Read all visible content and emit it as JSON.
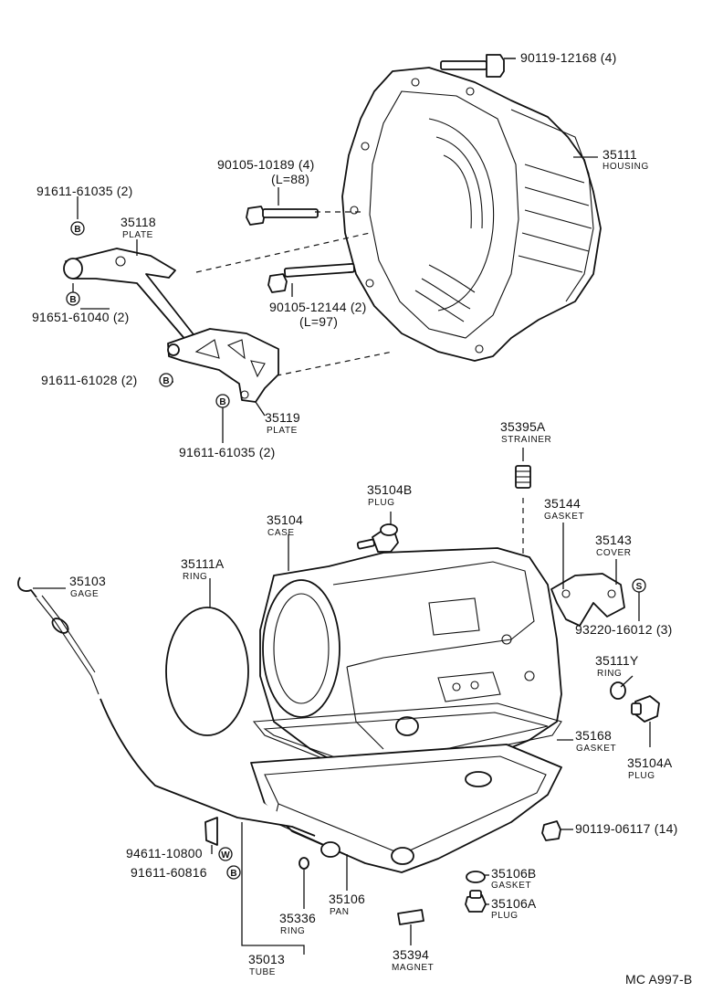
{
  "footer_code": "MC  A997-B",
  "callouts": {
    "bolt_90119_12168": "90119-12168 (4)",
    "housing_35111": "35111",
    "housing_35111_name": "HOUSING",
    "bolt_90105_10189": "90105-10189 (4)",
    "bolt_90105_10189_len": "(L=88)",
    "bolt_91611_61035_top": "91611-61035 (2)",
    "plate_35118": "35118",
    "plate_35118_name": "PLATE",
    "bolt_90105_12144": "90105-12144 (2)",
    "bolt_90105_12144_len": "(L=97)",
    "bolt_91651_61040": "91651-61040 (2)",
    "bolt_91611_61028": "91611-61028 (2)",
    "plate_35119": "35119",
    "plate_35119_name": "PLATE",
    "bolt_91611_61035_bottom": "91611-61035 (2)",
    "strainer_35395A": "35395A",
    "strainer_35395A_name": "STRAINER",
    "plug_35104B": "35104B",
    "plug_35104B_name": "PLUG",
    "gasket_35144": "35144",
    "gasket_35144_name": "GASKET",
    "case_35104": "35104",
    "case_35104_name": "CASE",
    "cover_35143": "35143",
    "cover_35143_name": "COVER",
    "ring_35111A": "35111A",
    "ring_35111A_name": "RING",
    "gage_35103": "35103",
    "gage_35103_name": "GAGE",
    "bolt_93220_16012": "93220-16012 (3)",
    "ring_35111Y": "35111Y",
    "ring_35111Y_name": "RING",
    "gasket_35168": "35168",
    "gasket_35168_name": "GASKET",
    "plug_35104A": "35104A",
    "plug_35104A_name": "PLUG",
    "bolt_90119_06117": "90119-06117 (14)",
    "washer_94611_10800": "94611-10800",
    "bolt_91611_60816": "91611-60816",
    "gasket_35106B": "35106B",
    "gasket_35106B_name": "GASKET",
    "pan_35106": "35106",
    "pan_35106_name": "PAN",
    "plug_35106A": "35106A",
    "plug_35106A_name": "PLUG",
    "ring_35336": "35336",
    "ring_35336_name": "RING",
    "tube_35013": "35013",
    "tube_35013_name": "TUBE",
    "magnet_35394": "35394",
    "magnet_35394_name": "MAGNET"
  },
  "badges": {
    "b": "B",
    "s": "S",
    "w": "W"
  }
}
